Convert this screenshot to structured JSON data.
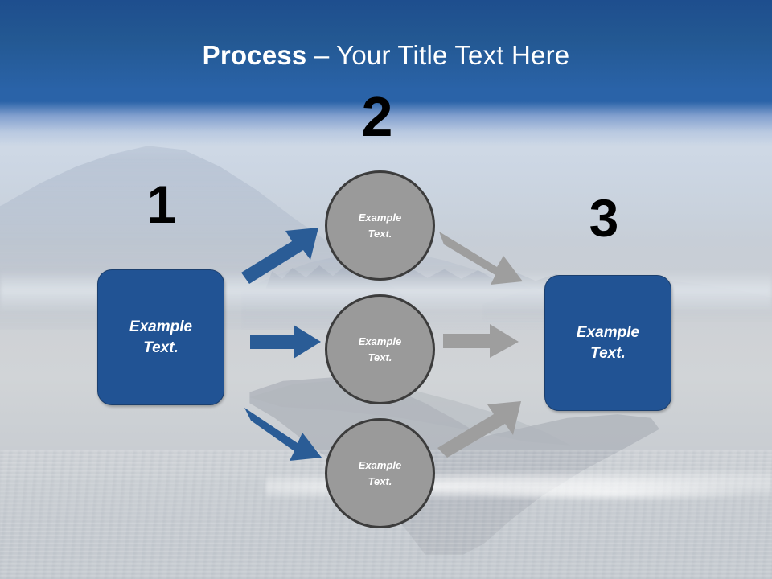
{
  "slide": {
    "title_strong": "Process",
    "title_rest": " – Your Title Text Here",
    "background_description": "humpback-whale-fluke-photo"
  },
  "theme": {
    "banner_blue_dark": "#1e4e8e",
    "banner_blue": "#2a63a8",
    "box_blue": "#215394",
    "box_border": "#1b3f6e",
    "circle_grey": "#9a9a9a",
    "circle_border": "#3c3c3c",
    "arrow_blue": "#2a5c96",
    "arrow_grey": "#9e9e9e",
    "number_color": "#000000",
    "text_white": "#ffffff"
  },
  "steps": [
    {
      "number": "1",
      "shape": "rounded-rectangle",
      "label_line1": "Example",
      "label_line2": "Text."
    },
    {
      "number": "2",
      "shape": "circle",
      "label_line1": "Example",
      "label_line2": "Text."
    },
    {
      "number": "3",
      "shape": "rounded-rectangle",
      "label_line1": "Example",
      "label_line2": "Text."
    }
  ],
  "nodes": {
    "start_box": {
      "line1": "Example",
      "line2": "Text."
    },
    "circle_top": {
      "line1": "Example",
      "line2": "Text."
    },
    "circle_middle": {
      "line1": "Example",
      "line2": "Text."
    },
    "circle_bottom": {
      "line1": "Example",
      "line2": "Text."
    },
    "end_box": {
      "line1": "Example",
      "line2": "Text."
    }
  },
  "connectors": [
    {
      "name": "start-to-top",
      "color": "#2a5c96",
      "direction": "up-right"
    },
    {
      "name": "start-to-middle",
      "color": "#2a5c96",
      "direction": "right"
    },
    {
      "name": "start-to-bottom",
      "color": "#2a5c96",
      "direction": "down-right"
    },
    {
      "name": "top-to-end",
      "color": "#9e9e9e",
      "direction": "down-right"
    },
    {
      "name": "middle-to-end",
      "color": "#9e9e9e",
      "direction": "right"
    },
    {
      "name": "bottom-to-end",
      "color": "#9e9e9e",
      "direction": "up-right"
    }
  ]
}
